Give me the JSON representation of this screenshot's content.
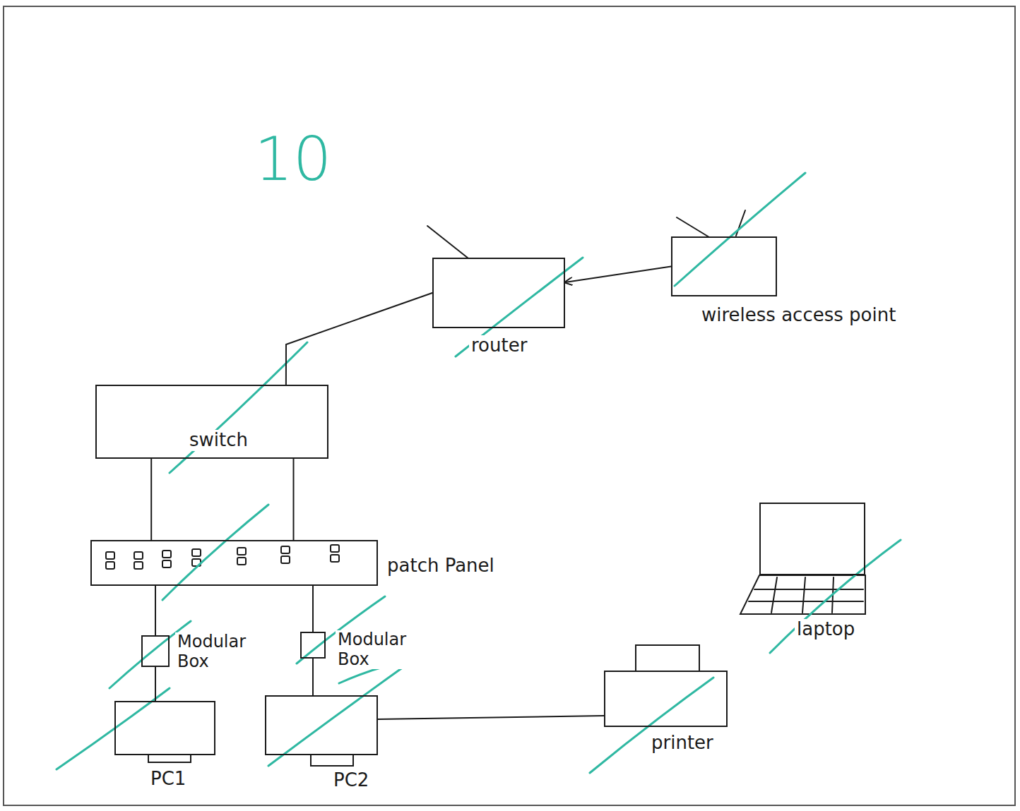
{
  "diagram": {
    "nodes": [
      {
        "text": [
          "router"
        ]
      },
      {
        "text": [
          "wireless access point"
        ]
      },
      {
        "text": [
          "switch"
        ]
      },
      {
        "text": [
          "patch Panel"
        ]
      },
      {
        "text": [
          "laptop"
        ]
      },
      {
        "text": [
          "Modular Box"
        ]
      },
      {
        "text": [
          "Modular Box"
        ]
      },
      {
        "text": [
          "PC1"
        ]
      },
      {
        "text": [
          "PC2"
        ]
      },
      {
        "text": [
          "printer"
        ]
      }
    ],
    "edges": [
      {
        "from": 1,
        "to": 0,
        "arrow": "to"
      },
      {
        "from": 0,
        "to": 2,
        "arrow": "none"
      },
      {
        "from": 2,
        "to": 3,
        "arrow": "none"
      },
      {
        "from": 2,
        "to": 3,
        "arrow": "none"
      },
      {
        "from": 3,
        "to": 5,
        "arrow": "none"
      },
      {
        "from": 3,
        "to": 6,
        "arrow": "none"
      },
      {
        "from": 5,
        "to": 7,
        "arrow": "none"
      },
      {
        "from": 6,
        "to": 8,
        "arrow": "none"
      },
      {
        "from": 8,
        "to": 9,
        "arrow": "none"
      }
    ],
    "labels": [
      "10"
    ]
  }
}
